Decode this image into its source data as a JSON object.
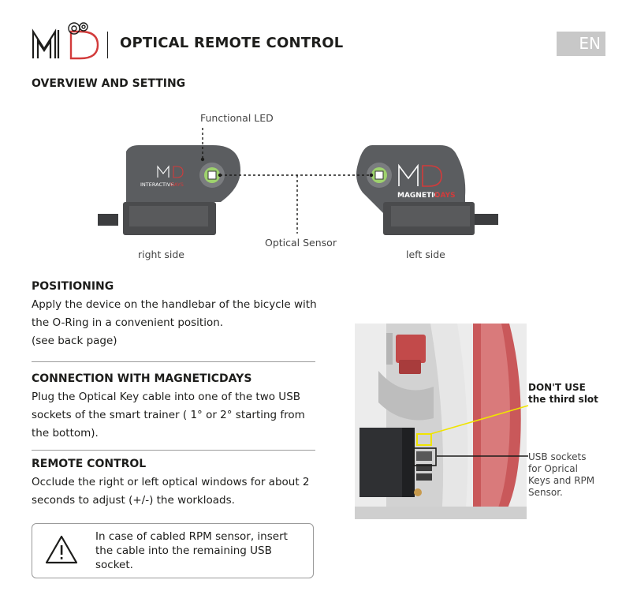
{
  "header": {
    "title": "OPTICAL REMOTE CONTROL",
    "lang": "EN"
  },
  "overview": {
    "title": "OVERVIEW AND SETTING",
    "led_label": "Functional LED",
    "sensor_label": "Optical Sensor",
    "right_caption": "right side",
    "left_caption": "left side",
    "device_right_brand": "INTERACTIVE",
    "device_left_brand_a": "MAGNETIC",
    "device_left_brand_b": "DAYS"
  },
  "positioning": {
    "title": "POSITIONING",
    "lines": [
      "Apply the device on the handlebar of the bicycle with",
      "the O-Ring in a convenient position.",
      "(see back page)"
    ]
  },
  "connection": {
    "title": "CONNECTION WITH MAGNETICDAYS",
    "lines": [
      "Plug the Optical Key cable into one of the two USB",
      "sockets of the smart trainer ( 1° or 2° starting from",
      "the bottom)."
    ]
  },
  "remote": {
    "title": "REMOTE CONTROL",
    "lines": [
      "Occlude the right or left optical windows for about 2",
      "seconds to adjust (+/-) the workloads."
    ]
  },
  "warning": {
    "lines": [
      "In case of cabled RPM sensor, insert",
      "the cable into the remaining USB",
      "socket."
    ]
  },
  "trainer": {
    "dont_use_line1": "DON'T USE",
    "dont_use_line2": "the third slot",
    "usb_lines": [
      "USB sockets",
      "for Oprical",
      "Keys and RPM",
      "Sensor."
    ]
  },
  "colors": {
    "brand_red": "#d23b3b",
    "device_grey": "#5b5d60",
    "led_green": "#9ed26d",
    "highlight_yellow": "#f0e400",
    "lang_badge": "#c8c8c8"
  }
}
